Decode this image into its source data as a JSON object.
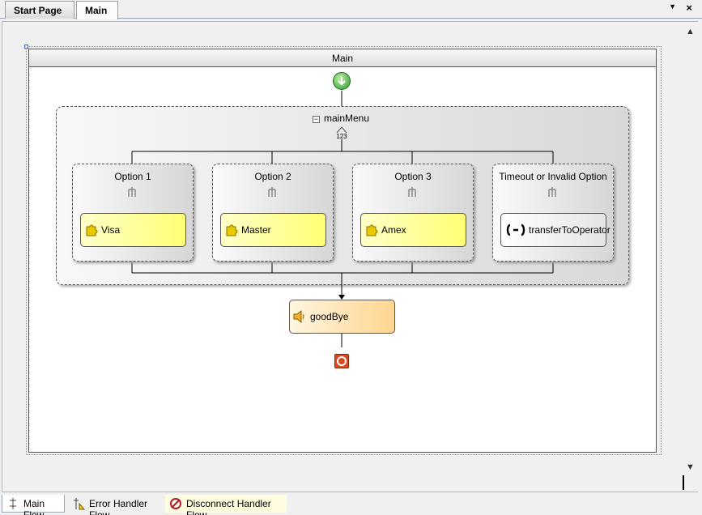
{
  "tabs": {
    "start_page": "Start Page",
    "main": "Main"
  },
  "tab_controls": {
    "dropdown_icon": "▼",
    "close_icon": "×"
  },
  "diagram": {
    "title": "Main",
    "menu": {
      "name": "mainMenu",
      "collapse_glyph": "−",
      "icon_digits": "123"
    },
    "options": [
      {
        "label": "Option 1",
        "action": "Visa",
        "icon": "puzzle-icon"
      },
      {
        "label": "Option 2",
        "action": "Master",
        "icon": "puzzle-icon"
      },
      {
        "label": "Option 3",
        "action": "Amex",
        "icon": "puzzle-icon"
      },
      {
        "label": "Timeout or Invalid Option",
        "action": "transferToOperator",
        "icon": "phone-transfer-icon"
      }
    ],
    "goodbye": "goodBye"
  },
  "scrollbar": {
    "up": "▲",
    "down": "▼"
  },
  "bottom_tabs": [
    {
      "label": "Main Flow",
      "icon": "flow-icon",
      "active": true
    },
    {
      "label": "Error Handler Flow",
      "icon": "error-flow-icon",
      "active": false
    },
    {
      "label": "Disconnect Handler Flow",
      "icon": "disconnect-icon",
      "active": false
    }
  ],
  "colors": {
    "script_action": "#ffff74",
    "goodbye_action": "#ffd590",
    "start_node": "#2f9a2f",
    "end_node": "#d84a20",
    "selection_handle": "#3a5fcd"
  }
}
